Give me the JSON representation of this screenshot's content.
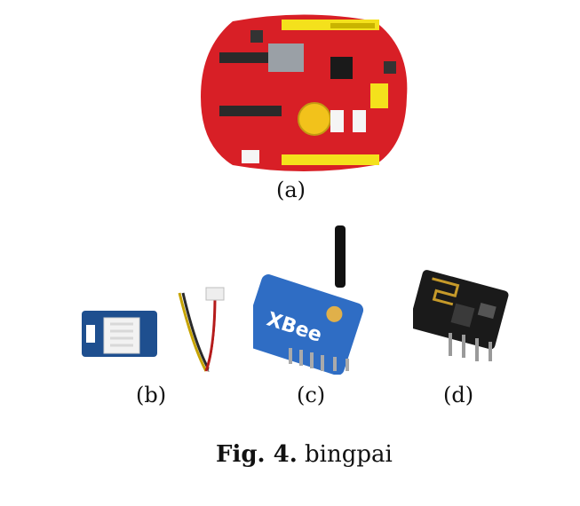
{
  "figure": {
    "panels": [
      {
        "label": "(a)",
        "picture": "arduino-board-icon"
      },
      {
        "label": "(b)",
        "picture": "sensor-with-cable-icon"
      },
      {
        "label": "(c)",
        "picture": "xbee-module-icon"
      },
      {
        "label": "(d)",
        "picture": "esp-wifi-module-icon"
      }
    ],
    "caption": {
      "prefix": "Fig. 4.",
      "text": "bingpai"
    },
    "colors": {
      "board_red": "#d81f26",
      "xbee_blue": "#2f6dc4",
      "sensor_blue": "#1e4f8f",
      "module_black": "#1a1a1a"
    }
  }
}
